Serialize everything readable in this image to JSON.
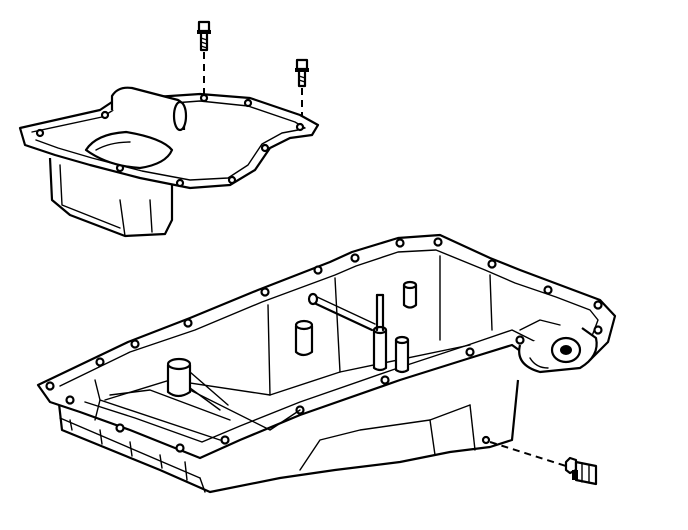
{
  "diagram": {
    "parts": [
      {
        "id": "upper-pan",
        "icon": "oil-pan-upper-cover"
      },
      {
        "id": "lower-pan",
        "icon": "oil-pan-main"
      },
      {
        "id": "bolt-a",
        "icon": "bolt-icon"
      },
      {
        "id": "bolt-b",
        "icon": "bolt-icon"
      },
      {
        "id": "drain-plug",
        "icon": "drain-plug-icon"
      }
    ],
    "colors": {
      "line": "#000000",
      "background": "#ffffff"
    }
  }
}
